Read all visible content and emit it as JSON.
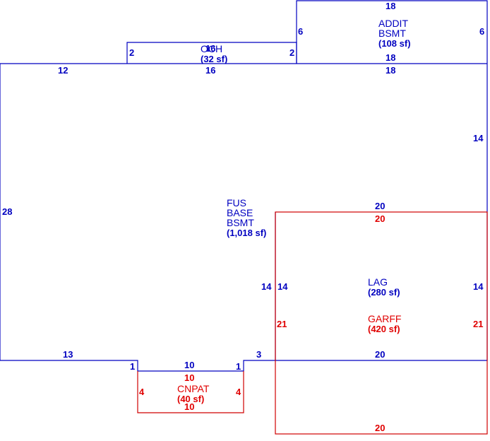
{
  "colors": {
    "main": "#0000c0",
    "alt": "#d00000",
    "background": "#ffffff"
  },
  "areas": {
    "addit": {
      "line1": "ADDIT",
      "line2": "BSMT",
      "area": "(108 sf)"
    },
    "och": {
      "name": "OCH",
      "area": "(32 sf)"
    },
    "fus": {
      "line1": "FUS",
      "line2": "BASE",
      "line3": "BSMT",
      "area": "(1,018 sf)"
    },
    "lag": {
      "name": "LAG",
      "area": "(280 sf)"
    },
    "garff": {
      "name": "GARFF",
      "area": "(420 sf)"
    },
    "cnpat": {
      "name": "CNPAT",
      "area": "(40 sf)"
    }
  },
  "dims": {
    "addit_top": "18",
    "addit_left": "6",
    "addit_right": "6",
    "addit_bottom": "18",
    "och_left": "2",
    "och_right": "2",
    "och_top": "16",
    "och_bottom": "16",
    "top_left": "12",
    "top_right": "18",
    "right_upper": "14",
    "left": "28",
    "lag_top": "20",
    "garff_top": "20",
    "lag_left_outer": "14",
    "lag_left_inner": "14",
    "lag_right": "14",
    "garff_left": "21",
    "garff_right": "21",
    "bottom_left": "13",
    "notch_left": "1",
    "notch_right": "1",
    "notch_top": "10",
    "small_step": "3",
    "lag_bottom": "20",
    "cnpat_top": "10",
    "cnpat_left": "4",
    "cnpat_right": "4",
    "cnpat_bottom": "10",
    "garff_bottom": "20"
  }
}
